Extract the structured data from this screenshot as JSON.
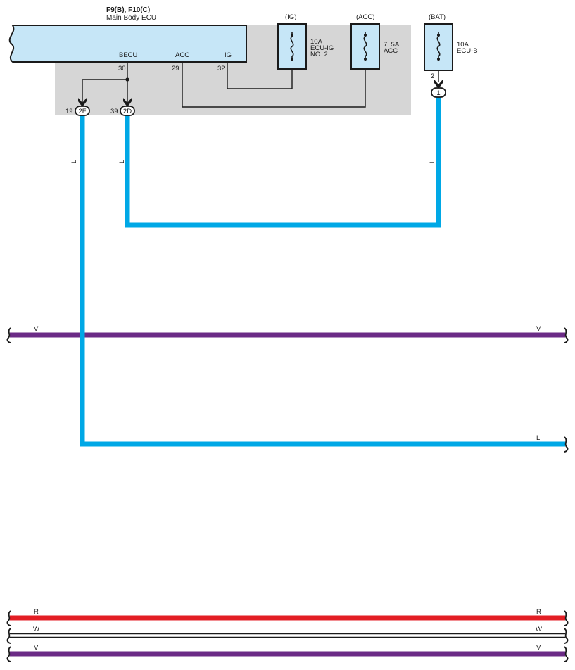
{
  "ecu": {
    "part_codes": "F9(B), F10(C)",
    "name": "Main Body ECU",
    "pins": [
      {
        "label": "BECU",
        "number": "30"
      },
      {
        "label": "ACC",
        "number": "29"
      },
      {
        "label": "IG",
        "number": "32"
      }
    ]
  },
  "connectors": [
    {
      "pin": "19",
      "code": "2F"
    },
    {
      "pin": "39",
      "code": "2D"
    }
  ],
  "fuses": [
    {
      "circuit": "(IG)",
      "rating": "10A",
      "name_line1": "ECU-IG",
      "name_line2": "NO. 2"
    },
    {
      "circuit": "(ACC)",
      "rating": "7. 5A",
      "name_line1": "ACC",
      "name_line2": ""
    },
    {
      "circuit": "(BAT)",
      "rating": "10A",
      "name_line1": "ECU-B",
      "name_line2": ""
    }
  ],
  "bat_fuse_terminal": {
    "pin": "2",
    "junction": "1"
  },
  "wire_color_labels": {
    "left_feed": "L",
    "mid_feed": "L",
    "bat_feed": "L",
    "v_upper_left": "V",
    "v_upper_right": "V",
    "l_right": "L",
    "r_left": "R",
    "r_right": "R",
    "w_left": "W",
    "w_right": "W",
    "v_lower_left": "V",
    "v_lower_right": "V"
  },
  "colors": {
    "ecu_fill": "#c6e6f7",
    "gray_box": "#d6d6d6",
    "wire_blue": "#00a8e6",
    "wire_violet": "#6b2b86",
    "wire_red": "#e31e24",
    "wire_white": "#ffffff",
    "line": "#1a1a1a"
  }
}
